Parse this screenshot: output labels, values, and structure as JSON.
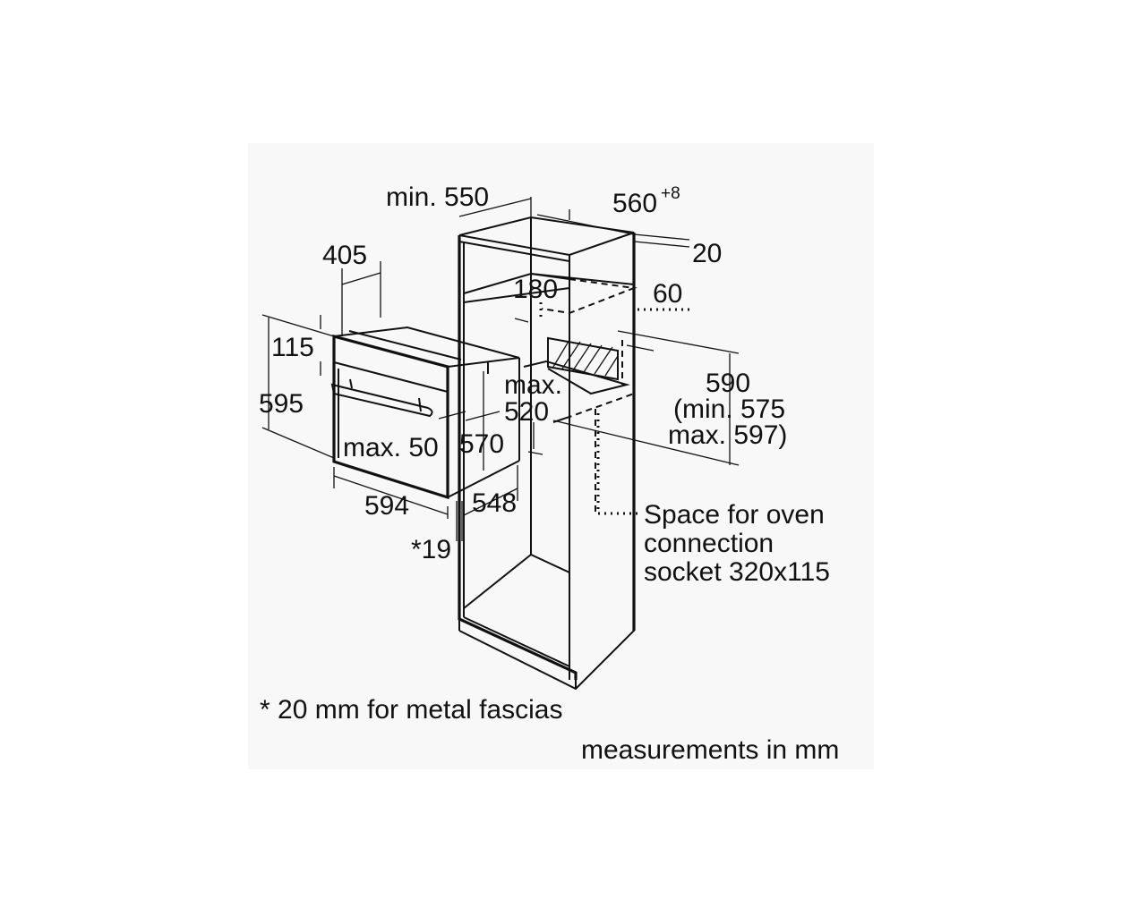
{
  "labels": {
    "min_550": "min. 550",
    "w560": "560",
    "w560_sup": "+8",
    "d20": "20",
    "d405": "405",
    "d180": "180",
    "d60": "60",
    "d115": "115",
    "d595": "595",
    "max_label": "max.",
    "d520": "520",
    "d590": "590",
    "min575": "(min. 575",
    "max597": "max. 597)",
    "max50": "max. 50",
    "d570": "570",
    "d594": "594",
    "d548": "548",
    "star19": "*19",
    "socket_line1": "Space for oven",
    "socket_line2": "connection",
    "socket_line3": "socket 320x115"
  },
  "footnote": "* 20 mm for metal fascias",
  "units_note": "measurements in mm"
}
